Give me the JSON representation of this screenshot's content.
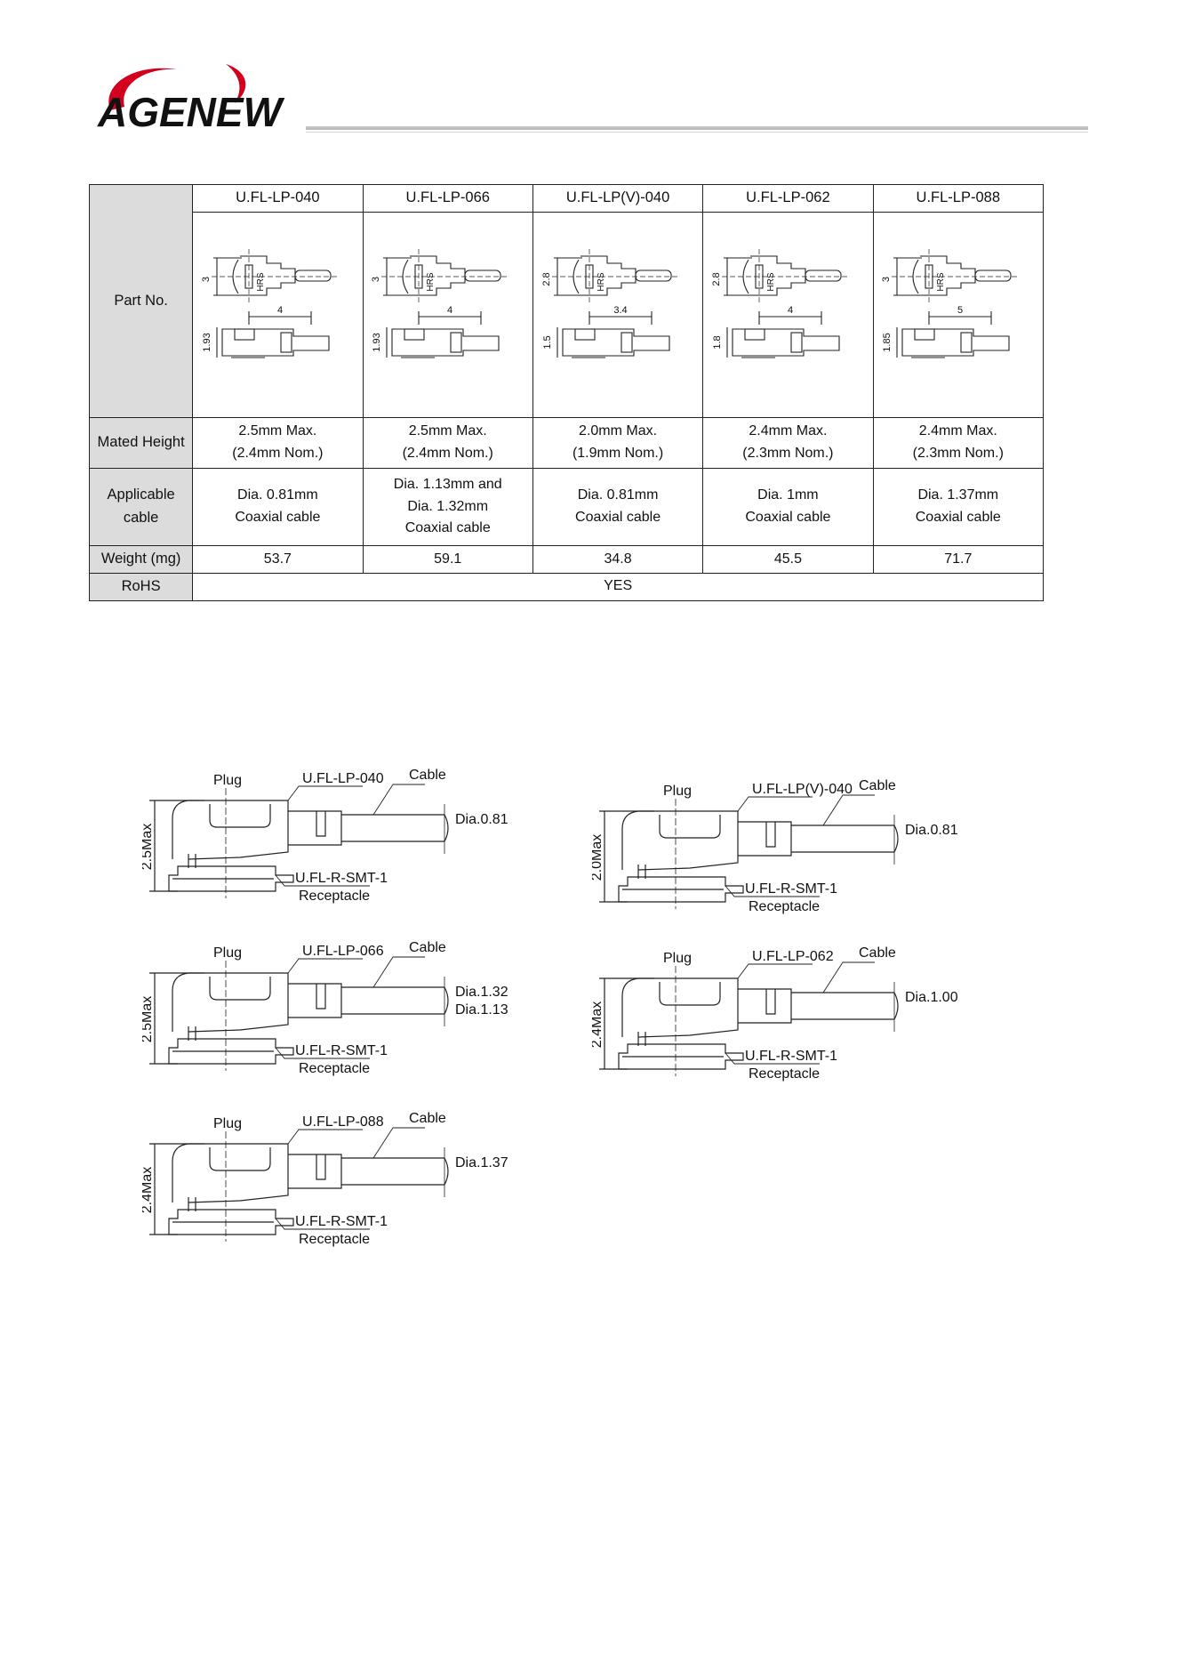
{
  "header": {
    "logo_text": "AGENEW"
  },
  "spec_table": {
    "row_labels": {
      "part_no": "Part No.",
      "mated_height": "Mated Height",
      "applicable_cable": [
        "Applicable",
        "cable"
      ],
      "weight": "Weight (mg)",
      "rohs": "RoHS"
    },
    "parts": [
      {
        "name": "U.FL-LP-040",
        "mated": [
          "2.5mm Max.",
          "(2.4mm Nom.)"
        ],
        "cable": [
          "Dia. 0.81mm",
          "Coaxial cable"
        ],
        "weight": "53.7",
        "dims": {
          "height": "3",
          "length": "4",
          "side_height": "1.93"
        }
      },
      {
        "name": "U.FL-LP-066",
        "mated": [
          "2.5mm Max.",
          "(2.4mm Nom.)"
        ],
        "cable": [
          "Dia. 1.13mm and",
          "Dia. 1.32mm",
          "Coaxial cable"
        ],
        "weight": "59.1",
        "dims": {
          "height": "3",
          "length": "4",
          "side_height": "1.93"
        }
      },
      {
        "name": "U.FL-LP(V)-040",
        "mated": [
          "2.0mm Max.",
          "(1.9mm Nom.)"
        ],
        "cable": [
          "Dia. 0.81mm",
          "Coaxial cable"
        ],
        "weight": "34.8",
        "dims": {
          "height": "2.8",
          "length": "3.4",
          "side_height": "1.5"
        }
      },
      {
        "name": "U.FL-LP-062",
        "mated": [
          "2.4mm Max.",
          "(2.3mm Nom.)"
        ],
        "cable": [
          "Dia. 1mm",
          "Coaxial cable"
        ],
        "weight": "45.5",
        "dims": {
          "height": "2.8",
          "length": "4",
          "side_height": "1.8"
        }
      },
      {
        "name": "U.FL-LP-088",
        "mated": [
          "2.4mm Max.",
          "(2.3mm Nom.)"
        ],
        "cable": [
          "Dia. 1.37mm",
          "Coaxial cable"
        ],
        "weight": "71.7",
        "dims": {
          "height": "3",
          "length": "5",
          "side_height": "1.85"
        }
      }
    ],
    "rohs_value": "YES",
    "marking": "HRS"
  },
  "cross_sections": {
    "plug_label": "Plug",
    "cable_label": "Cable",
    "receptacle_label": "Receptacle",
    "receptacle_part": "U.FL-R-SMT-1",
    "items": [
      {
        "part": "U.FL-LP-040",
        "max": "2.5Max",
        "dia": [
          "Dia.0.81"
        ]
      },
      {
        "part": "U.FL-LP(V)-040",
        "max": "2.0Max",
        "dia": [
          "Dia.0.81"
        ]
      },
      {
        "part": "U.FL-LP-066",
        "max": "2.5Max",
        "dia": [
          "Dia.1.32",
          "Dia.1.13"
        ]
      },
      {
        "part": "U.FL-LP-062",
        "max": "2.4Max",
        "dia": [
          "Dia.1.00"
        ]
      },
      {
        "part": "U.FL-LP-088",
        "max": "2.4Max",
        "dia": [
          "Dia.1.37"
        ]
      }
    ]
  }
}
